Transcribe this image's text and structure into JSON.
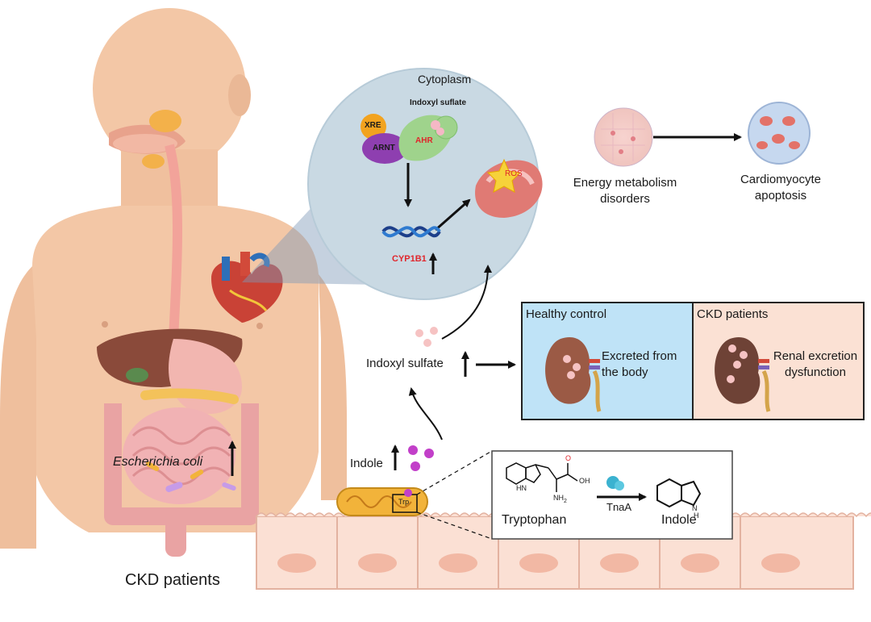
{
  "labels": {
    "ckd_patients_bottom": "CKD patients",
    "escherichia_coli": "Escherichia coli",
    "cytoplasm": "Cytoplasm",
    "indoxyl_suflate_small": "Indoxyl suflate",
    "xre": "XRE",
    "arnt": "ARNT",
    "ahr": "AHR",
    "ros": "ROS",
    "cyp1b1": "CYP1B1",
    "energy_metabolism_line1": "Energy metabolism",
    "energy_metabolism_line2": "disorders",
    "cardiomyocyte_line1": "Cardiomyocyte",
    "cardiomyocyte_line2": "apoptosis",
    "indoxyl_sulfate": "Indoxyl sulfate",
    "indole_left": "Indole",
    "trp": "Trp",
    "healthy_control": "Healthy control",
    "excreted_line1": "Excreted from",
    "excreted_line2": "the body",
    "ckd_patients_box": "CKD patients",
    "renal_line1": "Renal excretion",
    "renal_line2": "dysfunction",
    "tryptophan": "Tryptophan",
    "tnaa": "TnaA",
    "indole_right": "Indole",
    "oh": "OH",
    "o": "O",
    "hn": "HN",
    "nh2": "NH",
    "nh2_sub": "2",
    "h": "H",
    "n": "N"
  },
  "colors": {
    "skin": "#f3c7a6",
    "cytoplasm_circle": "#c9d9e3",
    "healthy_box": "#bfe3f7",
    "ckd_box": "#fbe1d4",
    "cyp1b1": "#e0262c",
    "ahr_text": "#e0262c",
    "ros_star": "#f6d23a",
    "epithelium": "#fbe0d4"
  }
}
